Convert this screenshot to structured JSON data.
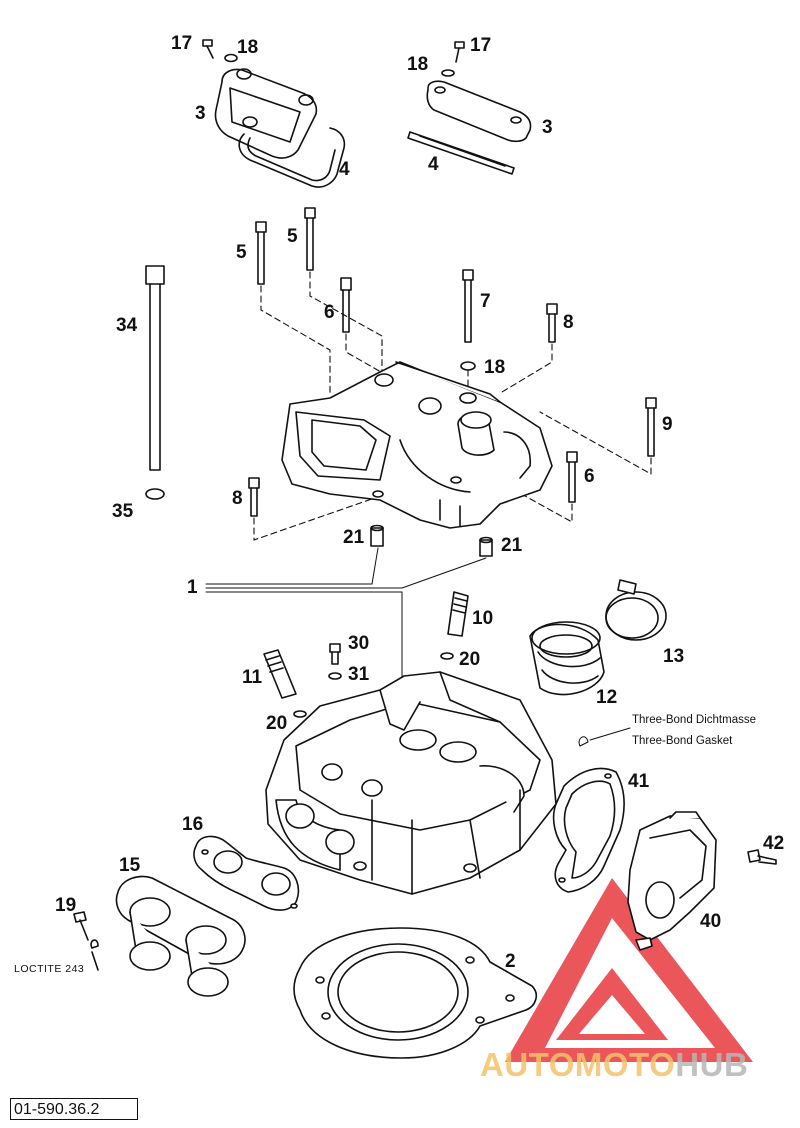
{
  "diagram": {
    "drawing_number": "01-590.36.2",
    "notes": {
      "sealant_de": "Three-Bond Dichtmasse",
      "sealant_en": "Three-Bond Gasket",
      "loctite": "LOCTITE 243"
    },
    "labels": [
      {
        "id": "l17a",
        "text": "17"
      },
      {
        "id": "l18a",
        "text": "18"
      },
      {
        "id": "l3a",
        "text": "3"
      },
      {
        "id": "l4a",
        "text": "4"
      },
      {
        "id": "l17b",
        "text": "17"
      },
      {
        "id": "l18b",
        "text": "18"
      },
      {
        "id": "l3b",
        "text": "3"
      },
      {
        "id": "l4b",
        "text": "4"
      },
      {
        "id": "l5a",
        "text": "5"
      },
      {
        "id": "l5b",
        "text": "5"
      },
      {
        "id": "l6a",
        "text": "6"
      },
      {
        "id": "l7",
        "text": "7"
      },
      {
        "id": "l8a",
        "text": "8"
      },
      {
        "id": "l18c",
        "text": "18"
      },
      {
        "id": "l34",
        "text": "34"
      },
      {
        "id": "l9",
        "text": "9"
      },
      {
        "id": "l6b",
        "text": "6"
      },
      {
        "id": "l8b",
        "text": "8"
      },
      {
        "id": "l35",
        "text": "35"
      },
      {
        "id": "l21a",
        "text": "21"
      },
      {
        "id": "l21b",
        "text": "21"
      },
      {
        "id": "l1",
        "text": "1"
      },
      {
        "id": "l10",
        "text": "10"
      },
      {
        "id": "l30",
        "text": "30"
      },
      {
        "id": "l20a",
        "text": "20"
      },
      {
        "id": "l13",
        "text": "13"
      },
      {
        "id": "l11",
        "text": "11"
      },
      {
        "id": "l31",
        "text": "31"
      },
      {
        "id": "l12",
        "text": "12"
      },
      {
        "id": "l20b",
        "text": "20"
      },
      {
        "id": "l41",
        "text": "41"
      },
      {
        "id": "l16",
        "text": "16"
      },
      {
        "id": "l42",
        "text": "42"
      },
      {
        "id": "l15",
        "text": "15"
      },
      {
        "id": "l40",
        "text": "40"
      },
      {
        "id": "l19",
        "text": "19"
      },
      {
        "id": "l2",
        "text": "2"
      }
    ]
  },
  "watermark": {
    "text_part1": "AUTOMOTO",
    "text_part2": "HUB",
    "color_part1": "#f3c26a",
    "color_part2": "#b7b7b7",
    "logo_color": "#e8393f"
  }
}
